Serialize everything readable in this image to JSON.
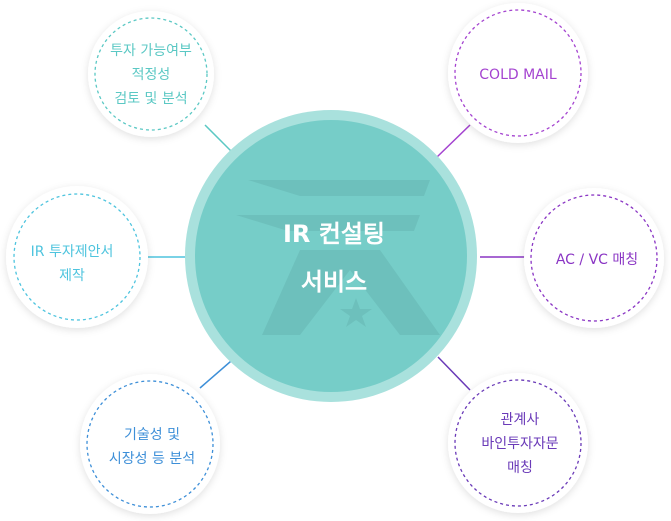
{
  "center": {
    "lines": [
      "IR 컨설팅",
      "서비스"
    ]
  },
  "nodes": [
    {
      "id": "investment-analysis",
      "lines": [
        "투자 가능여부",
        "적정성",
        "검토 및 분석"
      ],
      "color": "#5bc8c4"
    },
    {
      "id": "ir-proposal",
      "lines": [
        "IR 투자제안서",
        "제작"
      ],
      "color": "#4ec4de"
    },
    {
      "id": "tech-market-analysis",
      "lines": [
        "기술성 및",
        "시장성 등 분석"
      ],
      "color": "#3d8fd8"
    },
    {
      "id": "cold-mail",
      "lines": [
        "COLD MAIL"
      ],
      "color": "#a443d0"
    },
    {
      "id": "ac-vc-matching",
      "lines": [
        "AC / VC 매칭"
      ],
      "color": "#8a35c4"
    },
    {
      "id": "affiliate-matching",
      "lines": [
        "관계사",
        "바인투자자문",
        "매칭"
      ],
      "color": "#6a3ab8"
    }
  ],
  "colors": {
    "center_fill": "#76cdc8",
    "center_ring": "#a9e1dd",
    "watermark": "#5eaaa6"
  }
}
